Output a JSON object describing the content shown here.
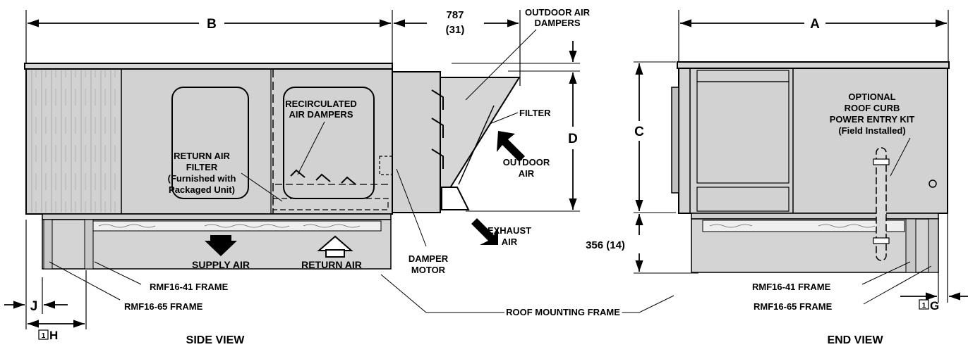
{
  "dimensions": {
    "b": "B",
    "a": "A",
    "c": "C",
    "d": "D",
    "j": "J",
    "h": "H",
    "g": "G",
    "damper_len_mm": "787",
    "damper_len_in": "(31)",
    "curb_height": "356 (14)",
    "note_symbol": "1"
  },
  "labels": {
    "outdoor_air_dampers_1": "OUTDOOR AIR",
    "outdoor_air_dampers_2": "DAMPERS",
    "recirc_1": "RECIRCULATED",
    "recirc_2": "AIR DAMPERS",
    "filter": "FILTER",
    "outdoor_air_1": "OUTDOOR",
    "outdoor_air_2": "AIR",
    "return_filter_1": "RETURN AIR",
    "return_filter_2": "FILTER",
    "return_filter_3": "(Furnished with",
    "return_filter_4": "Packaged Unit)",
    "exhaust_1": "EXHAUST",
    "exhaust_2": "AIR",
    "supply_air": "SUPPLY AIR",
    "return_air": "RETURN AIR",
    "damper_motor_1": "DAMPER",
    "damper_motor_2": "MOTOR",
    "rmf41_side": "RMF16-41 FRAME",
    "rmf65_side": "RMF16-65 FRAME",
    "roof_mounting_frame": "ROOF MOUNTING FRAME",
    "rmf41_end": "RMF16-41 FRAME",
    "rmf65_end": "RMF16-65 FRAME",
    "optional_1": "OPTIONAL",
    "optional_2": "ROOF CURB",
    "optional_3": "POWER ENTRY KIT",
    "optional_4": "(Field Installed)"
  },
  "views": {
    "side": "SIDE VIEW",
    "end": "END VIEW"
  }
}
